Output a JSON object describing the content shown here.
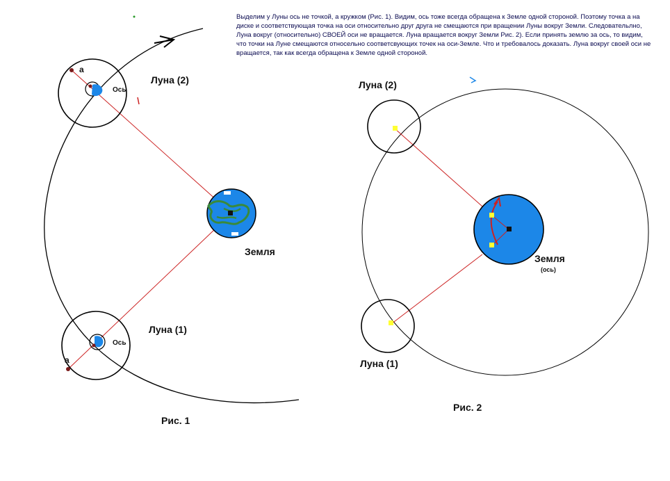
{
  "note": "Выделим у Луны ось не точкой, а кружком (Рис. 1). Видим, ось тоже всегда обращена к Земле одной стороной. Поэтому точка а на диске и соответствующая точка на оси относительно друг друга не смещаются при вращении Луны вокруг Земли. Следовательлно, Луна вокруг (относительно) СВОЕЙ оси не вращается. Луна вращается вокруг Земли Рис. 2). Если принять землю за ось, то видим, что точки на Луне смещаются относельно соответсвующих точек на оси-Земле. Что и требовалось доказать. Луна вокруг своей оси не вращается, так как всегда обращена к Земле одной стороной.",
  "fig1": {
    "moon_top_label": "Луна (2)",
    "moon_bottom_label": "Луна (1)",
    "earth_label": "Земля",
    "axis_label_top": "Ось",
    "axis_label_bottom": "Ось",
    "point_top": "а",
    "point_bottom": "а",
    "caption": "Рис. 1"
  },
  "fig2": {
    "moon_top_label": "Луна (2)",
    "moon_bottom_label": "Луна (1)",
    "earth_label": "Земля",
    "earth_sublabel": "(ось)",
    "caption": "Рис. 2"
  },
  "colors": {
    "line": "#000000",
    "radius_line": "#cc2222",
    "earth_blue": "#1c87e8",
    "earth_land": "#3a8a3a",
    "point_dark": "#7a1a1a",
    "marker_yellow": "#ffff33"
  }
}
